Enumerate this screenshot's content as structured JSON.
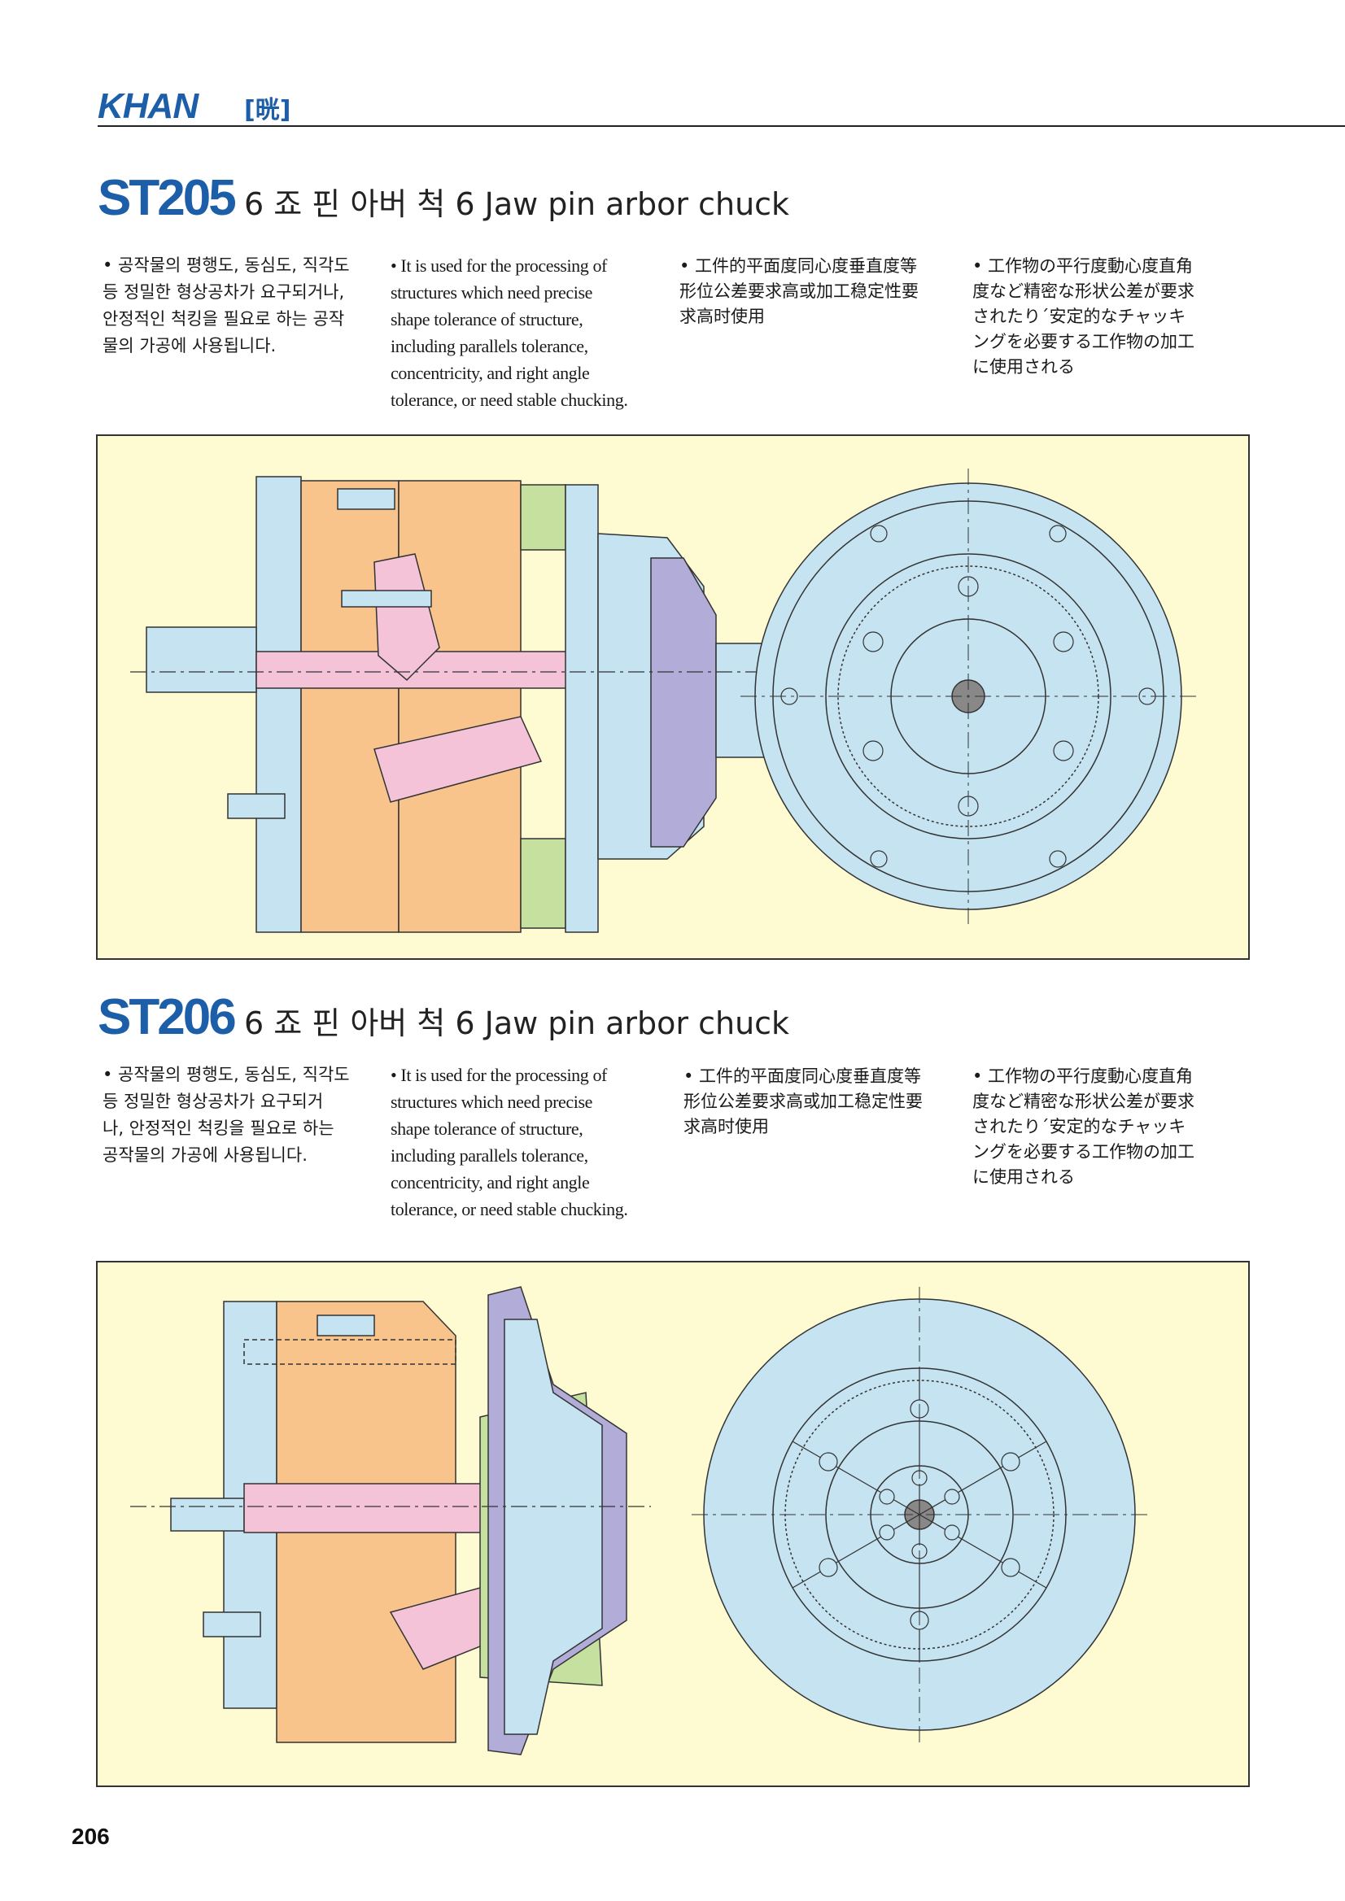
{
  "header": {
    "logo": "KHAN",
    "logo_mark": "[晄]"
  },
  "sections": [
    {
      "code": "ST205",
      "subtitle": "6 죠 핀 아버 척 6 Jaw pin arbor chuck",
      "ko": "• 공작물의 평행도, 동심도, 직각도\n 등 정밀한 형상공차가 요구되거나,\n 안정적인 척킹을 필요로 하는 공작\n 물의 가공에 사용됩니다.",
      "en": "• It is used for the processing of\n  structures which need precise\n  shape tolerance of structure,\n  including parallels tolerance,\n  concentricity, and right angle\n  tolerance, or need stable chucking.",
      "zh": "• 工件的平面度同心度垂直度等\n  形位公差要求高或加工稳定性要\n  求高时使用",
      "ja": "• 工作物の平行度動心度直角\n  度など精密な形状公差が要求\n  されたり´安定的なチャッキ\n  ングを必要する工作物の加工\n  に使用される"
    },
    {
      "code": "ST206",
      "subtitle": "6 죠 핀 아버 척 6 Jaw pin arbor chuck",
      "ko": "• 공작물의 평행도, 동심도, 직각도\n 등 정밀한 형상공차가 요구되거\n 나, 안정적인 척킹을 필요로 하는\n 공작물의 가공에 사용됩니다.",
      "en": "• It is used for the processing of\n  structures which need precise\n  shape tolerance of structure,\n  including parallels tolerance,\n  concentricity, and right angle\n  tolerance, or need stable chucking.",
      "zh": "• 工件的平面度同心度垂直度等\n  形位公差要求高或加工稳定性要\n  求高时使用",
      "ja": "• 工作物の平行度動心度直角\n  度など精密な形状公差が要求\n  されたり´安定的なチャッキ\n  ングを必要する工作物の加工\n  に使用される"
    }
  ],
  "page_number": "206",
  "colors": {
    "brand_blue": "#1d5ea8",
    "panel_bg": "#fefbd3",
    "part_blue": "#c5e3f0",
    "part_orange": "#f8c48c",
    "part_pink": "#f5c3d8",
    "part_green": "#c6e0a0",
    "part_purple": "#b2acd8"
  }
}
